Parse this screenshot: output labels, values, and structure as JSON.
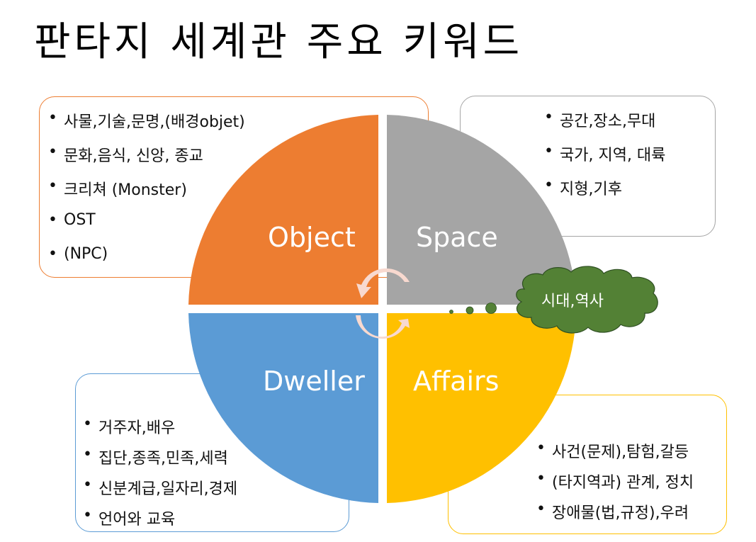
{
  "title": "판타지 세계관 주요 키워드",
  "colors": {
    "object": "#ED7D31",
    "space": "#A5A5A5",
    "dweller": "#5B9BD5",
    "affairs": "#FFC000",
    "cloud": "#538135",
    "arrows": "#F8D9CF"
  },
  "quadrants": {
    "object": {
      "label": "Object"
    },
    "space": {
      "label": "Space"
    },
    "dweller": {
      "label": "Dweller"
    },
    "affairs": {
      "label": "Affairs"
    }
  },
  "boxes": {
    "object": {
      "items": [
        "사물,기술,문명,(배경objet)",
        "문화,음식, 신앙, 종교",
        "크리쳐 (Monster)",
        "OST",
        "(NPC)"
      ]
    },
    "space": {
      "items": [
        "공간,장소,무대",
        "국가, 지역, 대륙",
        "지형,기후"
      ]
    },
    "dweller": {
      "items": [
        "거주자,배우",
        "집단,종족,민족,세력",
        "신분계급,일자리,경제",
        "언어와 교육"
      ]
    },
    "affairs": {
      "items": [
        "사건(문제),탐험,갈등",
        "(타지역과) 관계, 정치",
        "장애물(법,규정),우려"
      ]
    }
  },
  "cloud": {
    "label": "시대,역사"
  },
  "icons": {
    "cycle_arrows": "circular-arrows-icon",
    "thought_bubble": "cloud-callout-icon"
  }
}
